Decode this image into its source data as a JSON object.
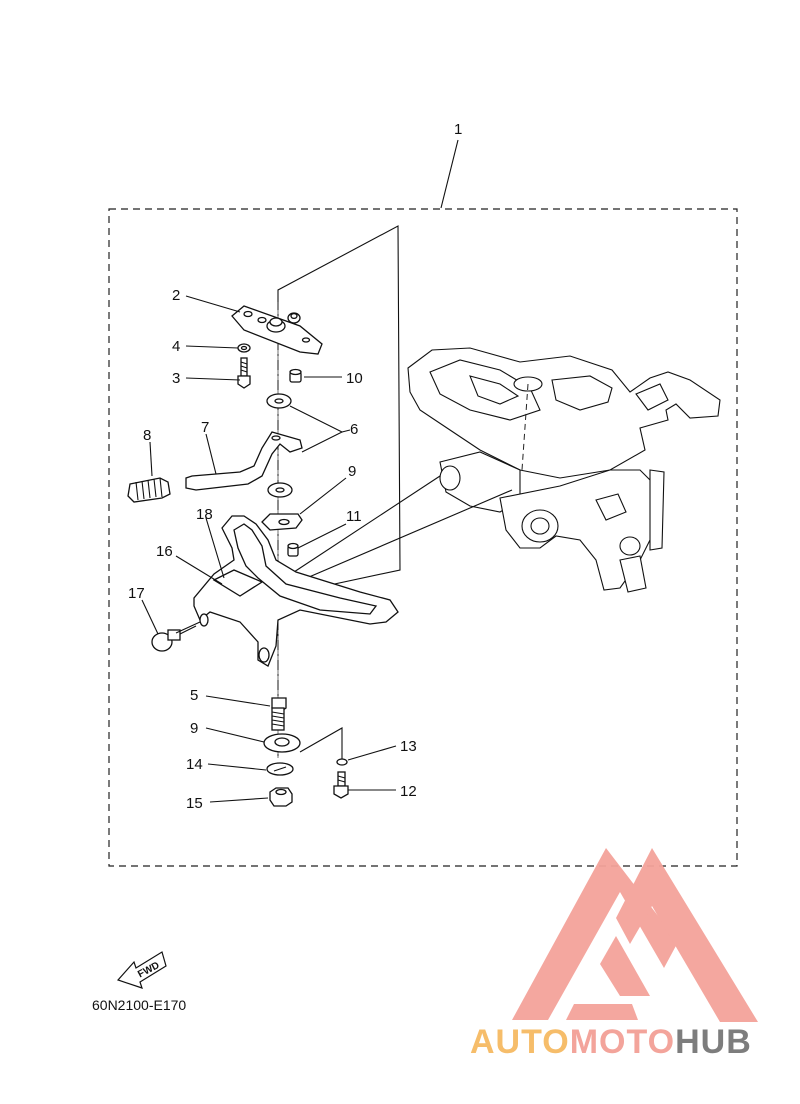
{
  "diagram": {
    "callouts": {
      "c1": "1",
      "c2": "2",
      "c3": "3",
      "c4": "4",
      "c5": "5",
      "c6": "6",
      "c7": "7",
      "c8": "8",
      "c9a": "9",
      "c9b": "9",
      "c10": "10",
      "c11": "11",
      "c12": "12",
      "c13": "13",
      "c14": "14",
      "c15": "15",
      "c16": "16",
      "c17": "17",
      "c18": "18"
    },
    "fwd_label": "FWD",
    "drawing_code": "60N2100-E170"
  },
  "watermark": {
    "part1": "AUTO",
    "part2": "MOTO",
    "part3": "HUB",
    "colors": {
      "auto": "#f6bd6a",
      "moto": "#f3a49b",
      "hub": "#7d7d7d",
      "logo": "#f4a39a"
    }
  }
}
